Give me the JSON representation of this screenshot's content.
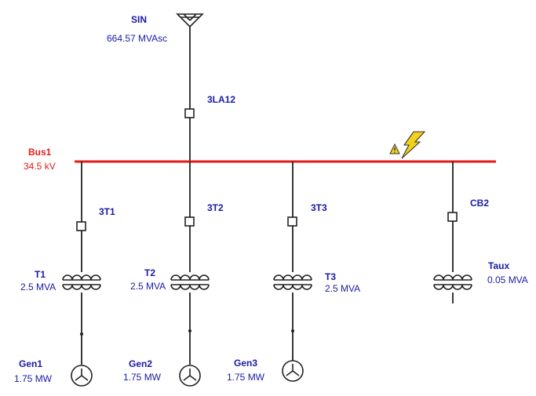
{
  "source": {
    "name": "SIN",
    "capacity": "664.57 MVAsc"
  },
  "breakers": {
    "main": "3LA12",
    "t1": "3T1",
    "t2": "3T2",
    "t3": "3T3",
    "aux": "CB2"
  },
  "bus": {
    "name": "Bus1",
    "voltage": "34.5 kV"
  },
  "transformers": [
    {
      "name": "T1",
      "rating": "2.5 MVA"
    },
    {
      "name": "T2",
      "rating": "2.5 MVA"
    },
    {
      "name": "T3",
      "rating": "2.5 MVA"
    },
    {
      "name": "Taux",
      "rating": "0.05 MVA"
    }
  ],
  "generators": [
    {
      "name": "Gen1",
      "rating": "1.75 MW"
    },
    {
      "name": "Gen2",
      "rating": "1.75 MW"
    },
    {
      "name": "Gen3",
      "rating": "1.75 MW"
    }
  ],
  "colors": {
    "bus": "#e31b1b",
    "text": "#1a1aa6",
    "fault": "#f2d21b"
  },
  "icons": {
    "fault": "fault-icon",
    "utility": "utility-source-icon",
    "generator": "generator-icon",
    "transformer": "transformer-icon"
  }
}
